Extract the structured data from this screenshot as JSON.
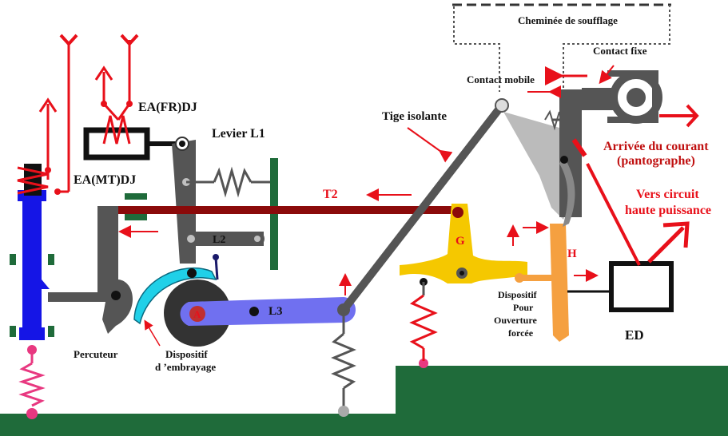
{
  "labels": {
    "chimney": "Cheminée de soufflage",
    "fixed_contact": "Contact fixe",
    "mobile_contact": "Contact mobile",
    "insulating_rod": "Tige isolante",
    "current_arrival_1": "Arrivée du courant",
    "current_arrival_2": "(pantographe)",
    "high_power_1": "Vers circuit",
    "high_power_2": "haute puissance",
    "ea_fr": "EA(FR)DJ",
    "lever_l1": "Levier L1",
    "ea_mt": "EA(MT)DJ",
    "t2": "T2",
    "l2": "L2",
    "l3": "L3",
    "g": "G",
    "h": "H",
    "a": "A",
    "percuteur": "Percuteur",
    "clutch_1": "Dispositif",
    "clutch_2": "d ’embrayage",
    "forced_1": "Dispositif",
    "forced_2": "Pour",
    "forced_3": "Ouverture",
    "forced_4": "forcée",
    "ed": "ED"
  },
  "colors": {
    "red": "#e8101a",
    "dark_red": "#8b0a0a",
    "blue": "#1515e6",
    "purple": "#7070f0",
    "cyan": "#20d0e8",
    "yellow": "#f5c800",
    "orange": "#f5a040",
    "green": "#1f6b3a",
    "gray": "#555555",
    "light_gray": "#c8c8c8",
    "pink": "#e83880"
  }
}
